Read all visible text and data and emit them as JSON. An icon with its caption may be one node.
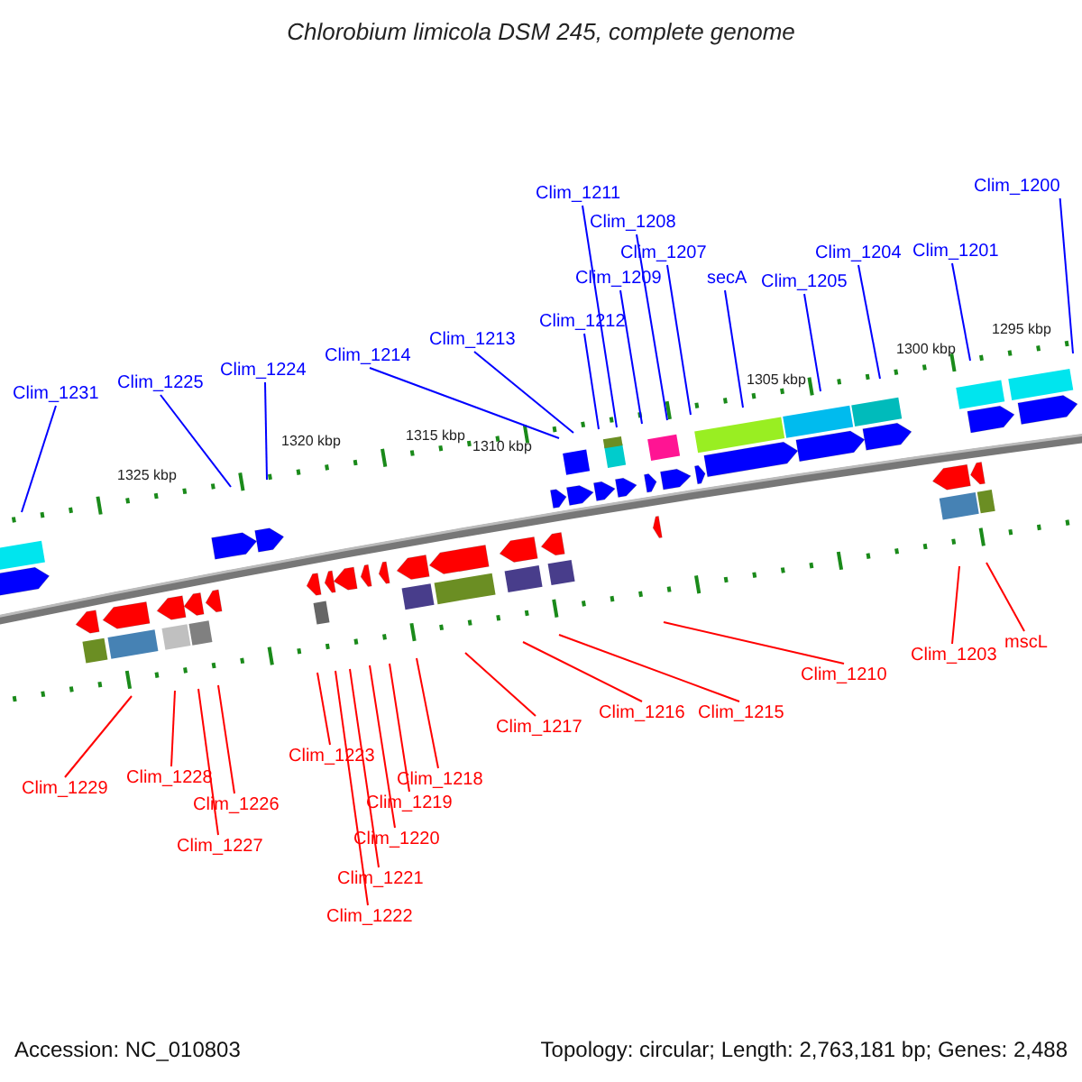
{
  "diagram": {
    "title": "Chlorobium limicola DSM 245, complete genome",
    "nodes": [
      {
        "text": [
          "Clim_1231"
        ]
      },
      {
        "text": [
          "Clim_1225"
        ]
      },
      {
        "text": [
          "Clim_1224"
        ]
      },
      {
        "text": [
          "Clim_1214"
        ]
      },
      {
        "text": [
          "Clim_1213"
        ]
      },
      {
        "text": [
          "Clim_1212"
        ]
      },
      {
        "text": [
          "Clim_1211"
        ]
      },
      {
        "text": [
          "Clim_1209"
        ]
      },
      {
        "text": [
          "Clim_1208"
        ]
      },
      {
        "text": [
          "Clim_1207"
        ]
      },
      {
        "text": [
          "secA"
        ]
      },
      {
        "text": [
          "Clim_1205"
        ]
      },
      {
        "text": [
          "Clim_1204"
        ]
      },
      {
        "text": [
          "Clim_1201"
        ]
      },
      {
        "text": [
          "Clim_1200"
        ]
      },
      {
        "text": [
          "Clim_1229"
        ]
      },
      {
        "text": [
          "Clim_1228"
        ]
      },
      {
        "text": [
          "Clim_1226"
        ]
      },
      {
        "text": [
          "Clim_1227"
        ]
      },
      {
        "text": [
          "Clim_1223"
        ]
      },
      {
        "text": [
          "Clim_1218"
        ]
      },
      {
        "text": [
          "Clim_1219"
        ]
      },
      {
        "text": [
          "Clim_1220"
        ]
      },
      {
        "text": [
          "Clim_1221"
        ]
      },
      {
        "text": [
          "Clim_1222"
        ]
      },
      {
        "text": [
          "Clim_1217"
        ]
      },
      {
        "text": [
          "Clim_1216"
        ]
      },
      {
        "text": [
          "Clim_1215"
        ]
      },
      {
        "text": [
          "Clim_1210"
        ]
      },
      {
        "text": [
          "Clim_1203"
        ]
      },
      {
        "text": [
          "mscL"
        ]
      }
    ],
    "edges": [
      {
        "from": 0,
        "to": null,
        "arrow": "none",
        "color": "#0000ff"
      },
      {
        "from": 1,
        "to": null,
        "arrow": "none",
        "color": "#0000ff"
      },
      {
        "from": 2,
        "to": null,
        "arrow": "none",
        "color": "#0000ff"
      },
      {
        "from": 3,
        "to": null,
        "arrow": "none",
        "color": "#0000ff"
      },
      {
        "from": 4,
        "to": null,
        "arrow": "none",
        "color": "#0000ff"
      },
      {
        "from": 5,
        "to": null,
        "arrow": "none",
        "color": "#0000ff"
      },
      {
        "from": 6,
        "to": null,
        "arrow": "none",
        "color": "#0000ff"
      },
      {
        "from": 7,
        "to": null,
        "arrow": "none",
        "color": "#0000ff"
      },
      {
        "from": 8,
        "to": null,
        "arrow": "none",
        "color": "#0000ff"
      },
      {
        "from": 9,
        "to": null,
        "arrow": "none",
        "color": "#0000ff"
      },
      {
        "from": 10,
        "to": null,
        "arrow": "none",
        "color": "#0000ff"
      },
      {
        "from": 11,
        "to": null,
        "arrow": "none",
        "color": "#0000ff"
      },
      {
        "from": 12,
        "to": null,
        "arrow": "none",
        "color": "#0000ff"
      },
      {
        "from": 13,
        "to": null,
        "arrow": "none",
        "color": "#0000ff"
      },
      {
        "from": 14,
        "to": null,
        "arrow": "none",
        "color": "#0000ff"
      },
      {
        "from": 15,
        "to": null,
        "arrow": "none"
      },
      {
        "from": 16,
        "to": null,
        "arrow": "none"
      },
      {
        "from": 17,
        "to": null,
        "arrow": "none"
      },
      {
        "from": 18,
        "to": null,
        "arrow": "none"
      },
      {
        "from": 19,
        "to": null,
        "arrow": "none"
      },
      {
        "from": 20,
        "to": null,
        "arrow": "none"
      },
      {
        "from": 21,
        "to": null,
        "arrow": "none"
      },
      {
        "from": 22,
        "to": null,
        "arrow": "none"
      },
      {
        "from": 23,
        "to": null,
        "arrow": "none"
      },
      {
        "from": 24,
        "to": null,
        "arrow": "none"
      },
      {
        "from": 25,
        "to": null,
        "arrow": "none"
      },
      {
        "from": 26,
        "to": null,
        "arrow": "none"
      },
      {
        "from": 27,
        "to": null,
        "arrow": "none"
      },
      {
        "from": 28,
        "to": null,
        "arrow": "none"
      },
      {
        "from": 29,
        "to": null,
        "arrow": "none"
      },
      {
        "from": 30,
        "to": null,
        "arrow": "none"
      }
    ],
    "labels": [
      "1295 kbp",
      "1300 kbp",
      "1305 kbp",
      "1310 kbp",
      "1315 kbp",
      "1320 kbp",
      "1325 kbp",
      "Accession: NC_010803",
      "Topology: circular; Length: 2,763,181 bp; Genes: 2,488"
    ]
  }
}
